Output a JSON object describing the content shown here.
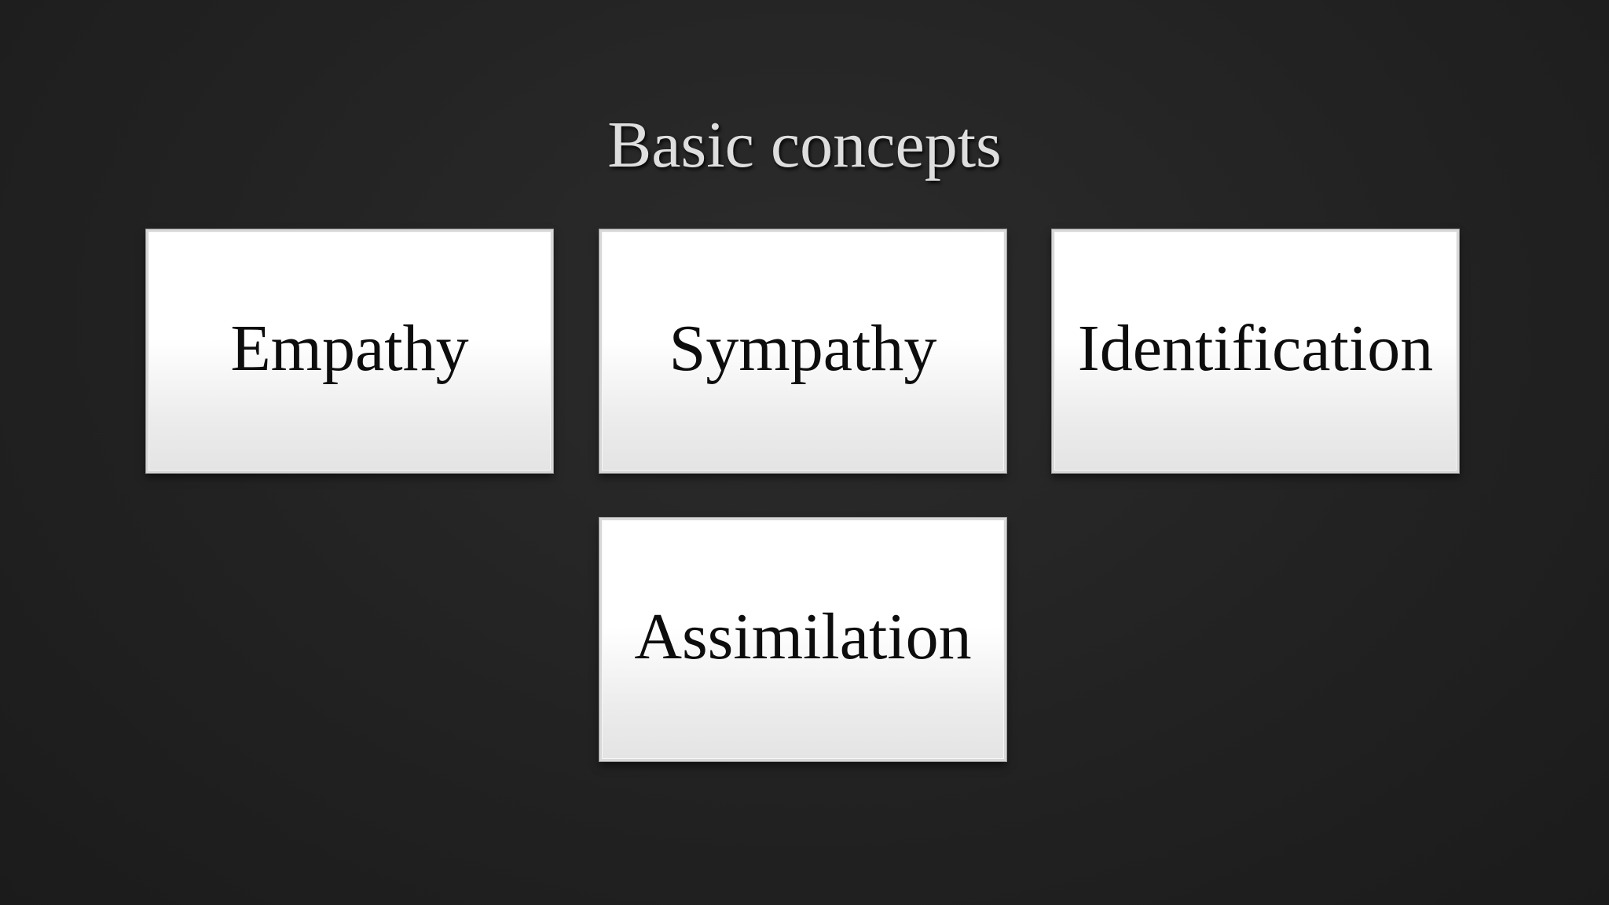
{
  "slide": {
    "title": "Basic concepts",
    "concepts": [
      {
        "label": "Empathy"
      },
      {
        "label": "Sympathy"
      },
      {
        "label": "Identification"
      },
      {
        "label": "Assimilation"
      }
    ]
  },
  "colors": {
    "background": "#242424",
    "title_text": "#dedede",
    "box_fill": "#ffffff",
    "box_text": "#0d0d0d"
  }
}
